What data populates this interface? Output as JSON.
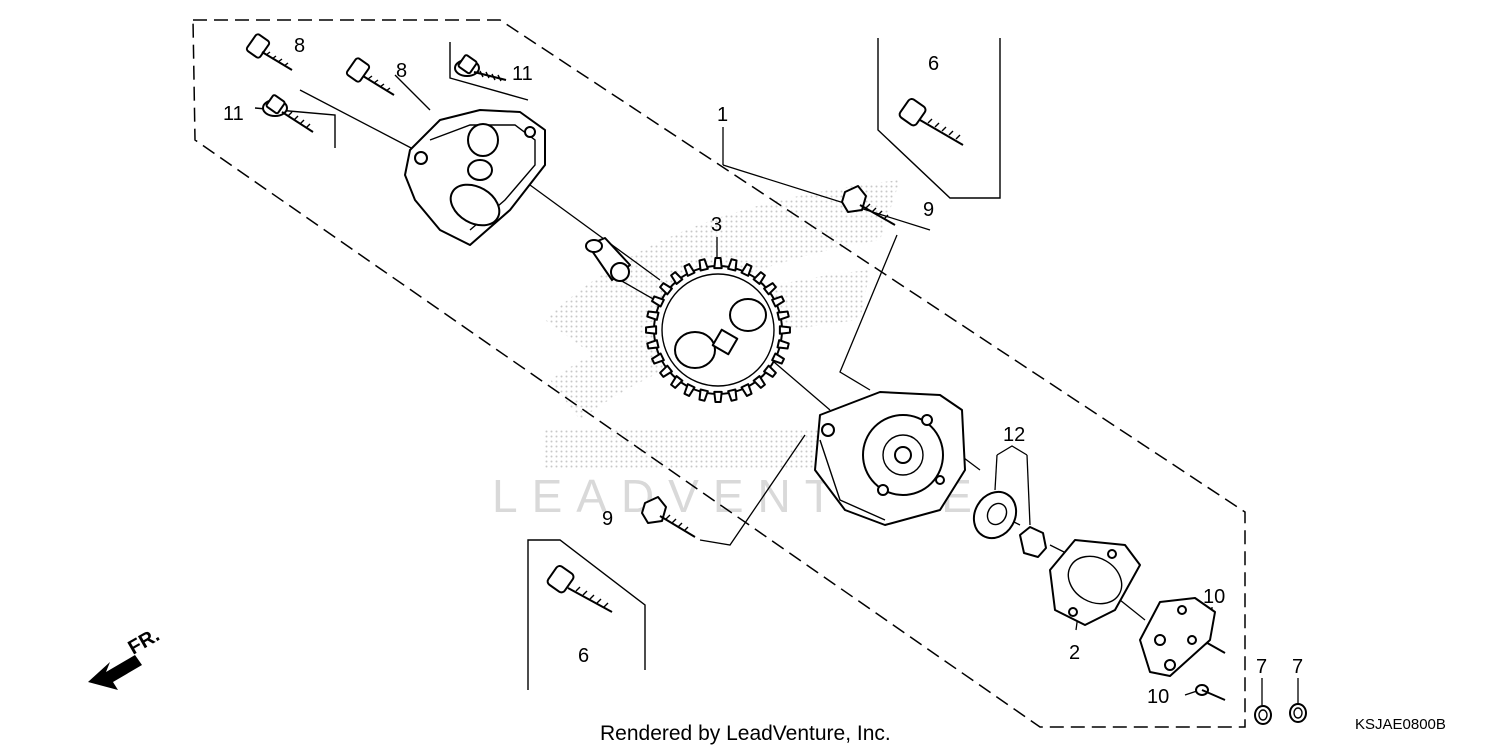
{
  "labels": {
    "p1": "1",
    "p2": "2",
    "p3": "3",
    "p6a": "6",
    "p6b": "6",
    "p7a": "7",
    "p7b": "7",
    "p8a": "8",
    "p8b": "8",
    "p9a": "9",
    "p9b": "9",
    "p10a": "10",
    "p10b": "10",
    "p11a": "11",
    "p11b": "11",
    "p12": "12"
  },
  "direction_marker": "FR.",
  "watermark": "LEADVENTURE",
  "footer_text": "Rendered by LeadVenture, Inc.",
  "diagram_code": "KSJAE0800B"
}
